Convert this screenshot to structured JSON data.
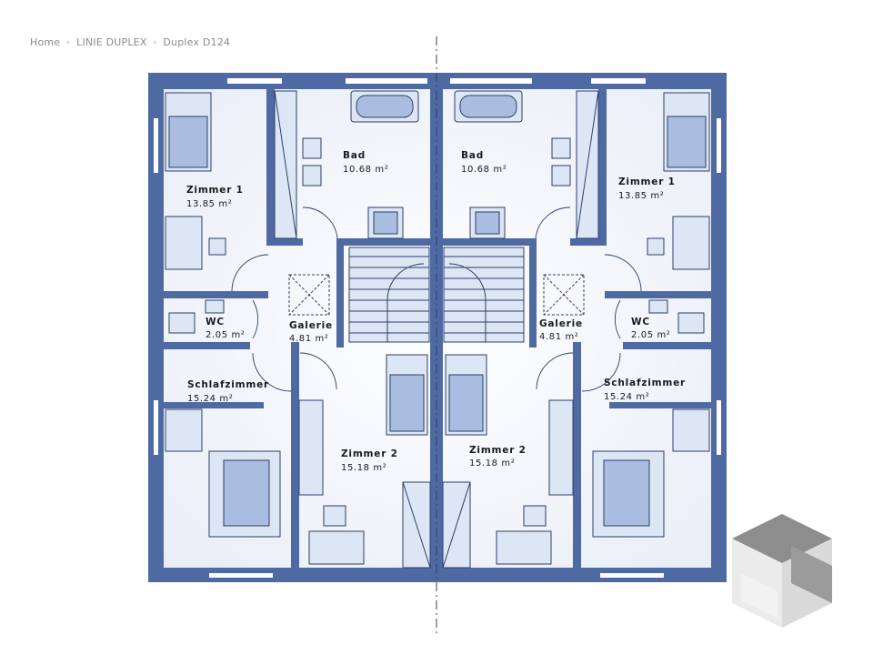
{
  "breadcrumb": {
    "items": [
      "Home",
      "LINIE DUPLEX",
      "Duplex D124"
    ],
    "separator": "›"
  },
  "plan": {
    "colors": {
      "wall": "#4f6aa3",
      "floor": "#f1f4fa",
      "furniture": "#dde6f4",
      "furniture_accent": "#a9bde0",
      "outline": "#2c3f66",
      "logo_dark": "#6b6b6b",
      "logo_light": "#e6e6e6"
    },
    "rooms": [
      {
        "id": "zimmer1-left",
        "name": "Zimmer 1",
        "area": "13.85 m²"
      },
      {
        "id": "bad-left",
        "name": "Bad",
        "area": "10.68 m²"
      },
      {
        "id": "bad-right",
        "name": "Bad",
        "area": "10.68 m²"
      },
      {
        "id": "zimmer1-right",
        "name": "Zimmer 1",
        "area": "13.85 m²"
      },
      {
        "id": "wc-left",
        "name": "WC",
        "area": "2.05 m²"
      },
      {
        "id": "galerie-left",
        "name": "Galerie",
        "area": "4.81 m²"
      },
      {
        "id": "galerie-right",
        "name": "Galerie",
        "area": "4.81 m²"
      },
      {
        "id": "wc-right",
        "name": "WC",
        "area": "2.05 m²"
      },
      {
        "id": "schlafzimmer-left",
        "name": "Schlafzimmer",
        "area": "15.24 m²"
      },
      {
        "id": "schlafzimmer-right",
        "name": "Schlafzimmer",
        "area": "15.24 m²"
      },
      {
        "id": "zimmer2-left",
        "name": "Zimmer 2",
        "area": "15.18 m²"
      },
      {
        "id": "zimmer2-right",
        "name": "Zimmer 2",
        "area": "15.18 m²"
      }
    ]
  }
}
